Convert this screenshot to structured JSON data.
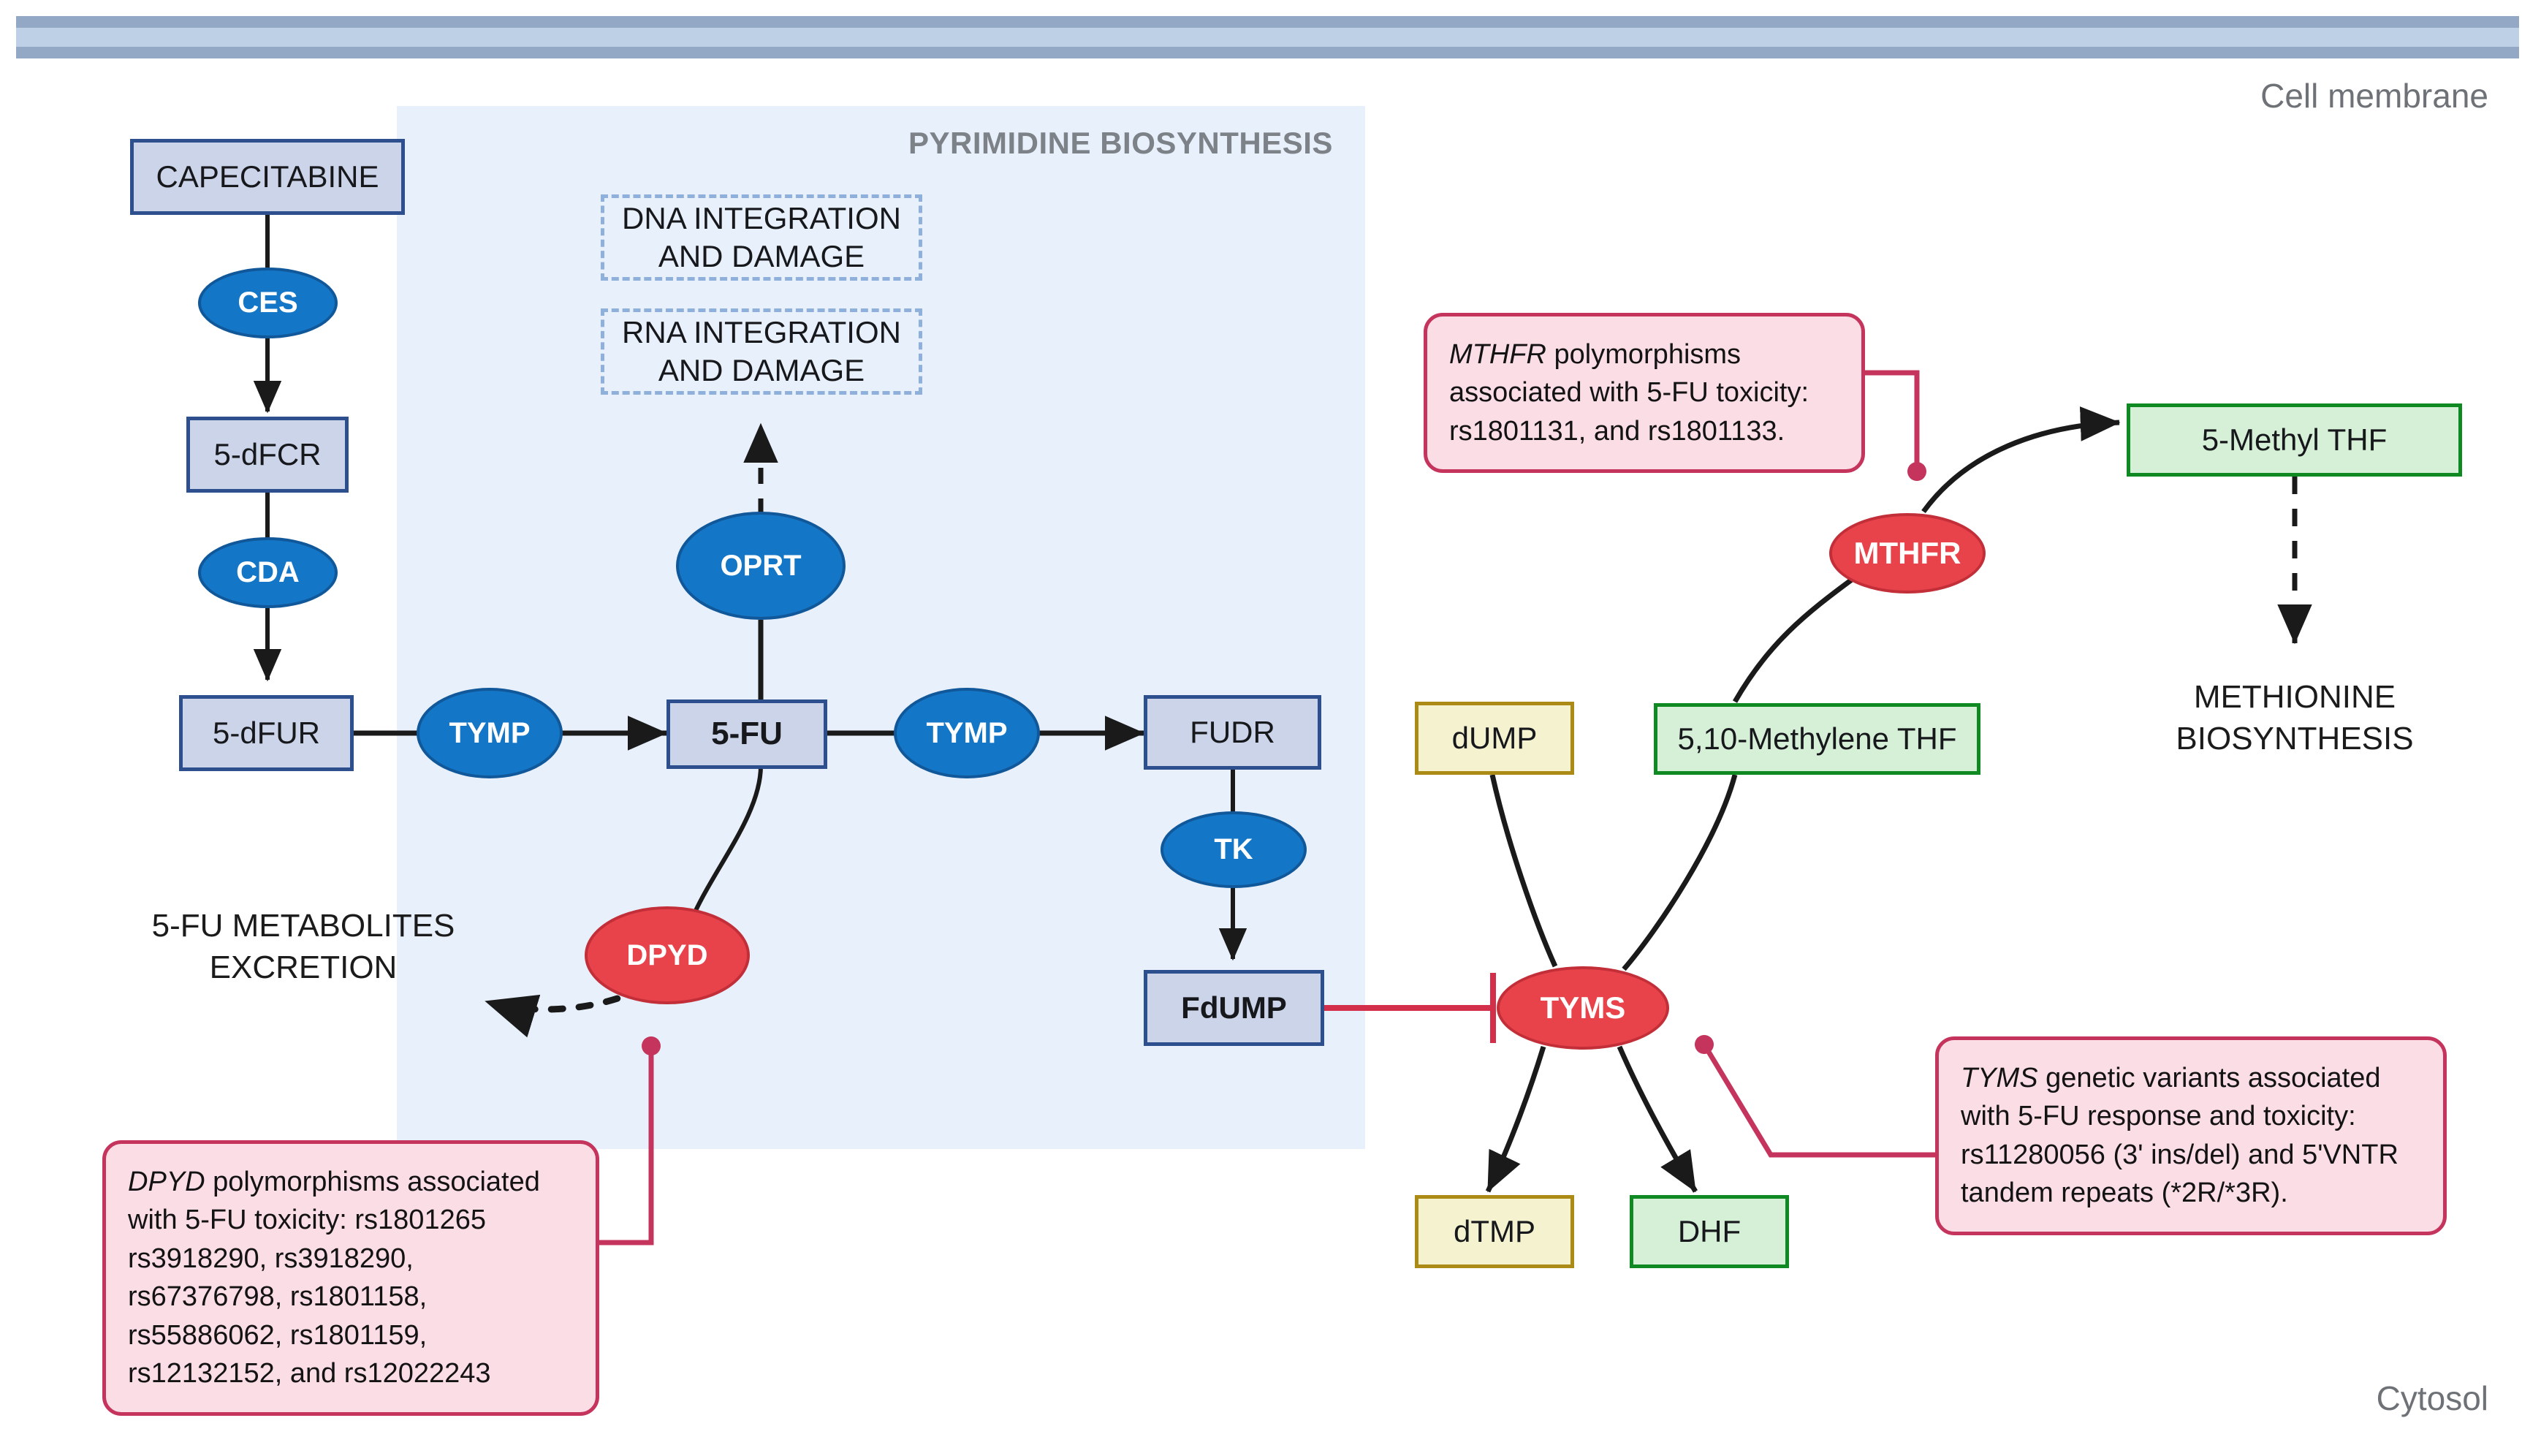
{
  "figure": {
    "title_section": "PYRIMIDINE BIOSYNTHESIS",
    "compartments": {
      "outside_label": "Cell membrane",
      "inside_label": "Cytosol"
    }
  },
  "metabolites": {
    "capecitabine": "CAPECITABINE",
    "dfcr": "5-dFCR",
    "dfur": "5-dFUR",
    "fu": "5-FU",
    "fudr": "FUDR",
    "fdump": "FdUMP",
    "dump": "dUMP",
    "dtmp": "dTMP",
    "dhf": "DHF",
    "methylene_thf": "5,10-Methylene THF",
    "methyl_thf": "5-Methyl THF"
  },
  "enzymes": {
    "ces": "CES",
    "cda": "CDA",
    "tymp_left": "TYMP",
    "tymp_right": "TYMP",
    "oprt": "OPRT",
    "dpyd": "DPYD",
    "tk": "TK",
    "tyms": "TYMS",
    "mthfr": "MTHFR"
  },
  "outcomes": {
    "dna_damage": "DNA INTEGRATION AND DAMAGE",
    "rna_damage": "RNA INTEGRATION AND DAMAGE",
    "excretion_line1": "5-FU METABOLITES",
    "excretion_line2": "EXCRETION",
    "methionine_line1": "METHIONINE",
    "methionine_line2": "BIOSYNTHESIS"
  },
  "notes": {
    "dpyd": {
      "gene": "DPYD",
      "body": " polymorphisms associated with 5-FU toxicity: rs1801265 rs3918290, rs3918290, rs67376798, rs1801158, rs55886062, rs1801159, rs12132152, and rs12022243"
    },
    "mthfr": {
      "gene": "MTHFR",
      "body": " polymorphisms associated with 5-FU toxicity: rs1801131, and rs1801133."
    },
    "tyms": {
      "gene": "TYMS",
      "body": " genetic variants associated with 5-FU response and toxicity: rs11280056 (3' ins/del) and 5'VNTR tandem repeats (*2R/*3R)."
    }
  },
  "colors": {
    "membrane_dark": "#93a8c4",
    "membrane_light": "#bed0e6",
    "region_shade": "#e8f0fb",
    "metabolite_blue_fill": "#ccd4e9",
    "metabolite_blue_border": "#2d4f8e",
    "enzyme_blue": "#1476c6",
    "enzyme_red": "#e8434a",
    "folate_green_fill": "#d6f0d7",
    "folate_green_border": "#0f8a23",
    "nucleotide_yellow_fill": "#f5f2d0",
    "nucleotide_yellow_border": "#ab8b16",
    "note_fill": "#fbdde5",
    "note_border": "#c4345c",
    "inhibition_red": "#d32f4a"
  }
}
